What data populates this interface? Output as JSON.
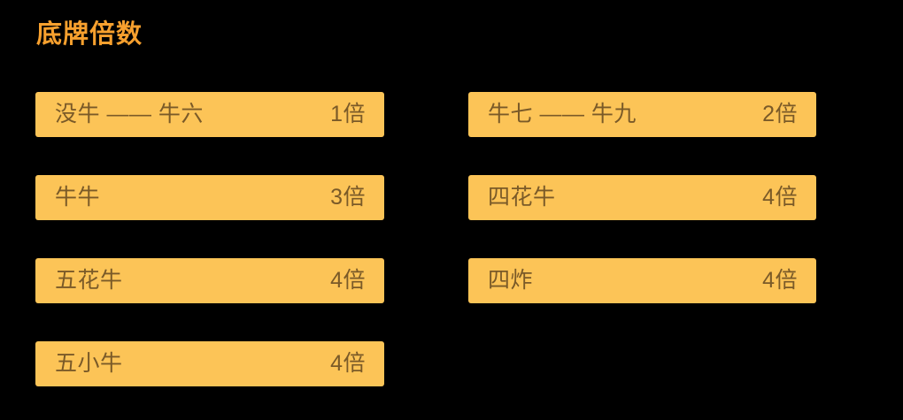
{
  "panel": {
    "title": "底牌倍数",
    "title_color": "#F7A02E",
    "background_color": "#000000",
    "pill_color": "#FCC457",
    "pill_text_color": "#7A5A28"
  },
  "columns": {
    "left": [
      {
        "label": "没牛 —— 牛六",
        "value": "1倍"
      },
      {
        "label": "牛牛",
        "value": "3倍"
      },
      {
        "label": "五花牛",
        "value": "4倍"
      },
      {
        "label": "五小牛",
        "value": "4倍"
      }
    ],
    "right": [
      {
        "label": "牛七 —— 牛九",
        "value": "2倍"
      },
      {
        "label": "四花牛",
        "value": "4倍"
      },
      {
        "label": "四炸",
        "value": "4倍"
      }
    ]
  }
}
